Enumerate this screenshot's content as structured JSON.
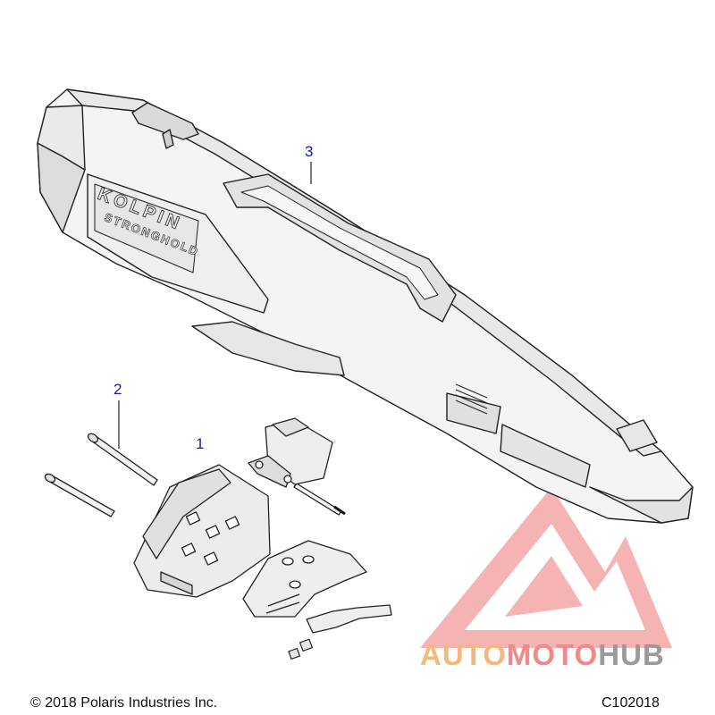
{
  "callouts": {
    "item1": "1",
    "item2": "2",
    "item3": "3"
  },
  "case_logo": {
    "brand": "KOLPIN",
    "model": "STRONGHOLD"
  },
  "footer": {
    "copyright": "© 2018 Polaris Industries Inc.",
    "code": "C102018"
  },
  "watermark": {
    "part1": "AUTO",
    "part2": "MOTO",
    "part3": "HUB",
    "colors": {
      "auto": "#f4b97a",
      "moto": "#f08a8a",
      "hub": "#9a9a9a",
      "logo": "#f08a8a"
    }
  },
  "colors": {
    "callout": "#1a1aa8",
    "line": "#222222"
  }
}
